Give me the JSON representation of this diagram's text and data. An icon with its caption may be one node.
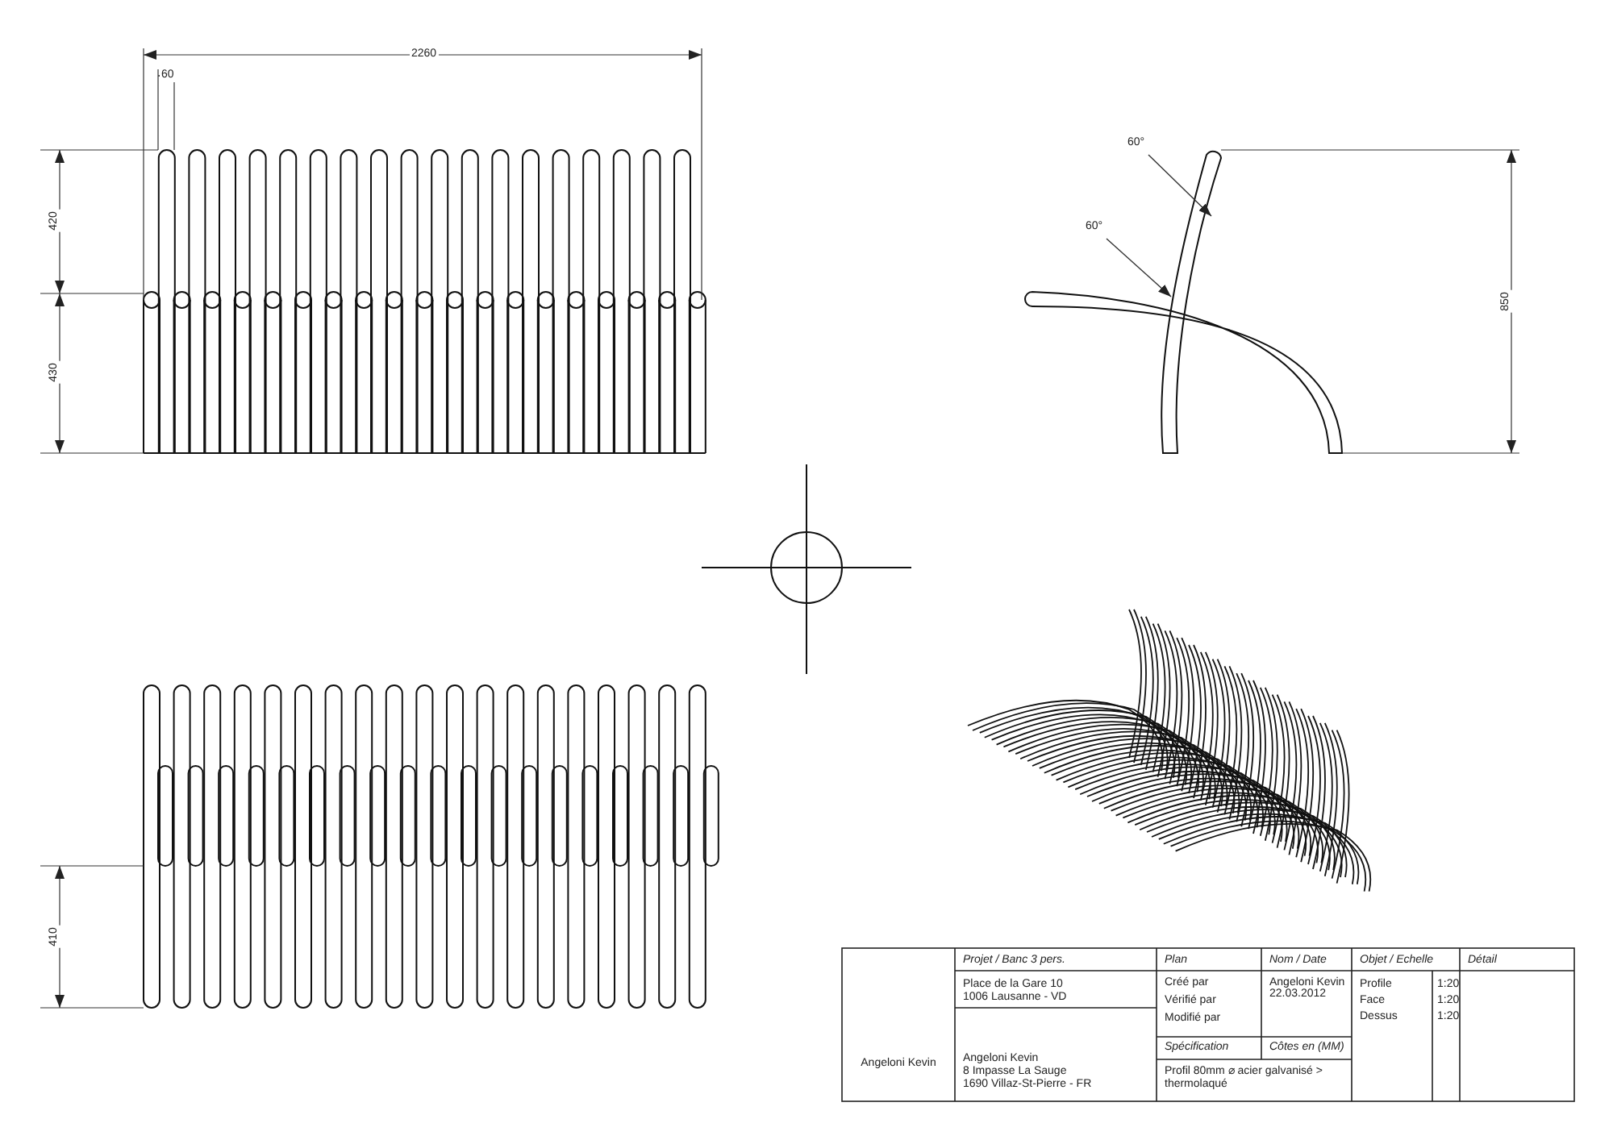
{
  "diagram": {
    "nodes": [
      {
        "text": [
          "60°"
        ]
      },
      {
        "text": [
          "60°"
        ]
      }
    ],
    "edges": [
      {
        "from": 0,
        "to": null,
        "arrow": "to"
      },
      {
        "from": 1,
        "to": null,
        "arrow": "to"
      }
    ],
    "labels": [
      "2260",
      "60",
      "420",
      "430",
      "850",
      "410",
      "Projet / Banc 3 pers.",
      "Plan",
      "Nom / Date",
      "Objet / Echelle",
      "Détail",
      "Place de la Gare 10",
      "1006 Lausanne - VD",
      "Créé par",
      "Vérifié par",
      "Modifié par",
      "Angeloni Kevin",
      "22.03.2012",
      "Profile",
      "1:20",
      "Face",
      "1:20",
      "Dessus",
      "1:20",
      "Angeloni Kevin",
      "8 Impasse La Sauge",
      "1690 Villaz-St-Pierre - FR",
      "Spécification",
      "Côtes en (MM)",
      "Angeloni Kevin",
      "Profil 80mm ⌀ acier galvanisé > thermolaqué"
    ]
  }
}
